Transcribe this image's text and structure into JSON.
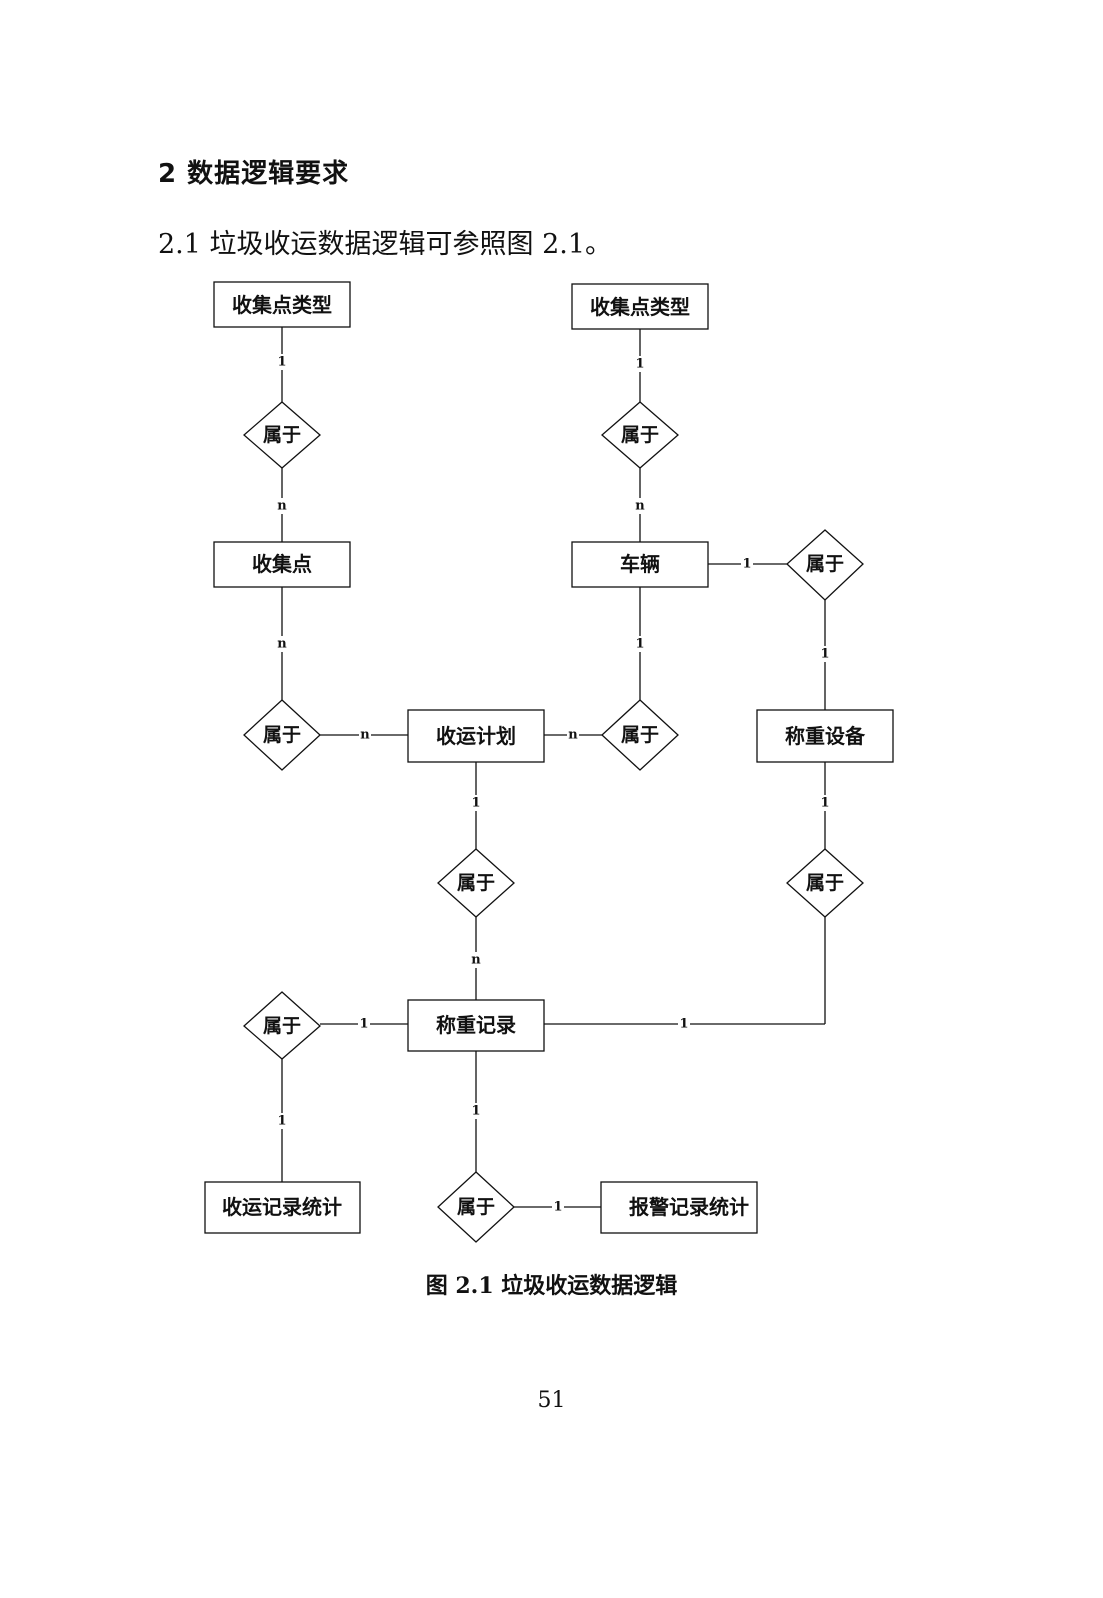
{
  "heading": "2 数据逻辑要求",
  "intro": "2.1 垃圾收运数据逻辑可参照图 2.1。",
  "diagram": {
    "entities": {
      "point_type_a": "收集点类型",
      "point_type_b": "收集点类型",
      "collection_point": "收集点",
      "vehicle": "车辆",
      "plan": "收运计划",
      "scale_device": "称重设备",
      "weigh_record": "称重记录",
      "collect_stats": "收运记录统计",
      "alarm_stats": "报警记录统计"
    },
    "relationships": {
      "r1": "属于",
      "r2": "属于",
      "r3": "属于",
      "r4": "属于",
      "r5": "属于",
      "r6": "属于",
      "r7": "属于",
      "r8": "属于",
      "r9": "属于"
    },
    "cardinalities": {
      "c1": "1",
      "c2": "n",
      "c3": "1",
      "c4": "n",
      "c5": "1",
      "c6": "1",
      "c7": "n",
      "c8": "n",
      "c9": "1",
      "c10": "n",
      "c11": "n",
      "c12": "1",
      "c13": "1",
      "c14": "1",
      "c15": "1",
      "c16": "1",
      "c17": "1",
      "c18": "1"
    }
  },
  "caption": "图 2.1  垃圾收运数据逻辑",
  "page_number": "51"
}
